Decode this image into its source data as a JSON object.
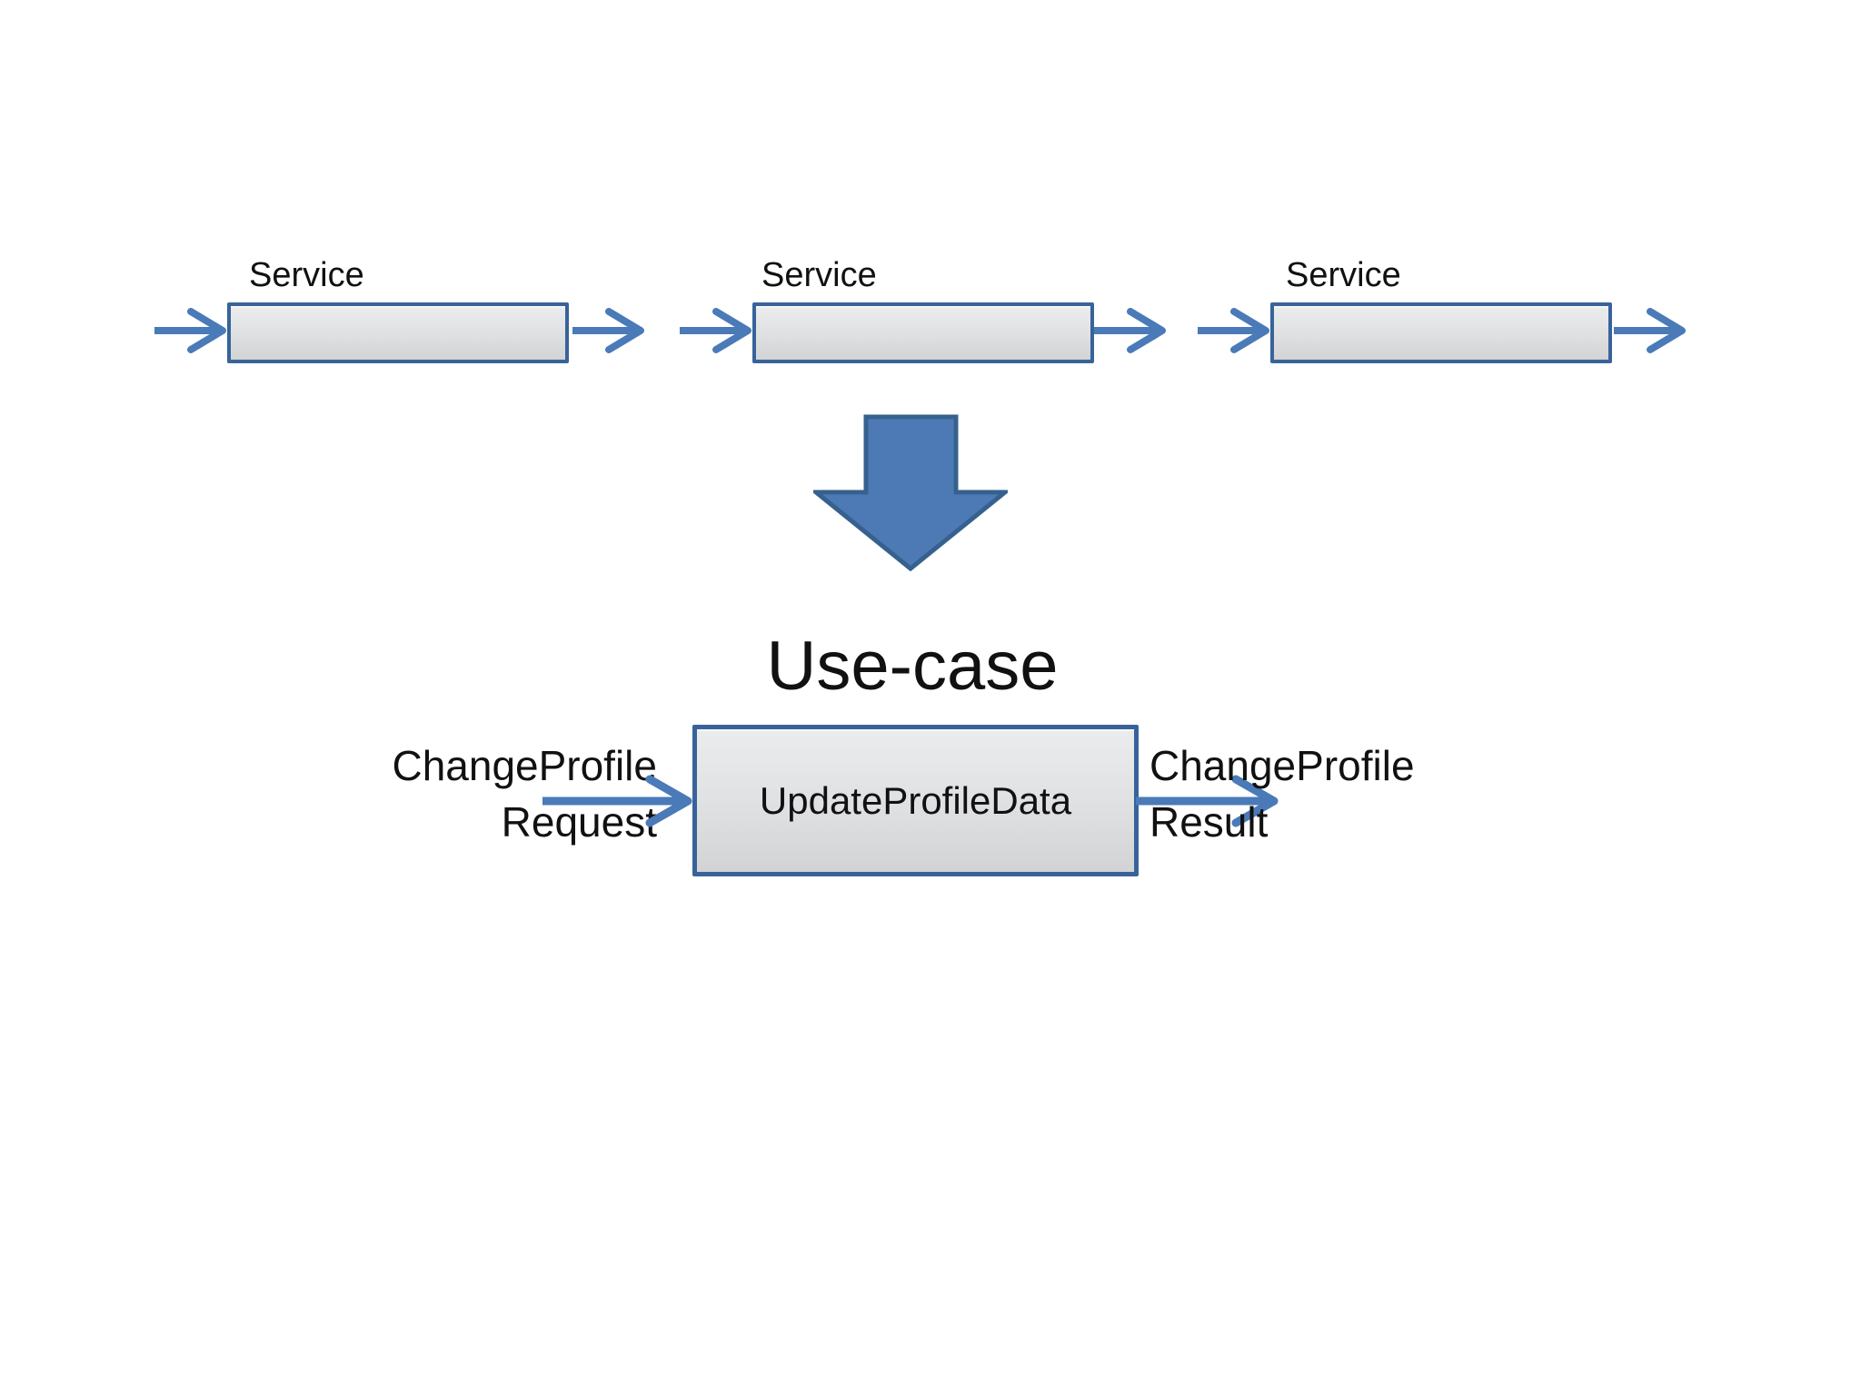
{
  "colors": {
    "accent": "#4a7ab8",
    "arrow_fill": "#4d7ab5",
    "arrow_stroke": "#36618e",
    "box_border": "#38639a",
    "box_fill_top": "#ebecee",
    "box_fill_bottom": "#d2d3d5",
    "text": "#111111",
    "background": "#ffffff"
  },
  "services": [
    {
      "label": "Service"
    },
    {
      "label": "Service"
    },
    {
      "label": "Service"
    }
  ],
  "use_case": {
    "title": "Use-case",
    "box_label": "UpdateProfileData",
    "input": {
      "line1": "ChangeProfile",
      "line2": "Request"
    },
    "output": {
      "line1": "ChangeProfile",
      "line2": "Result"
    }
  },
  "icons": {
    "flow_arrow": "right-arrow",
    "transform_arrow": "down-arrow"
  }
}
